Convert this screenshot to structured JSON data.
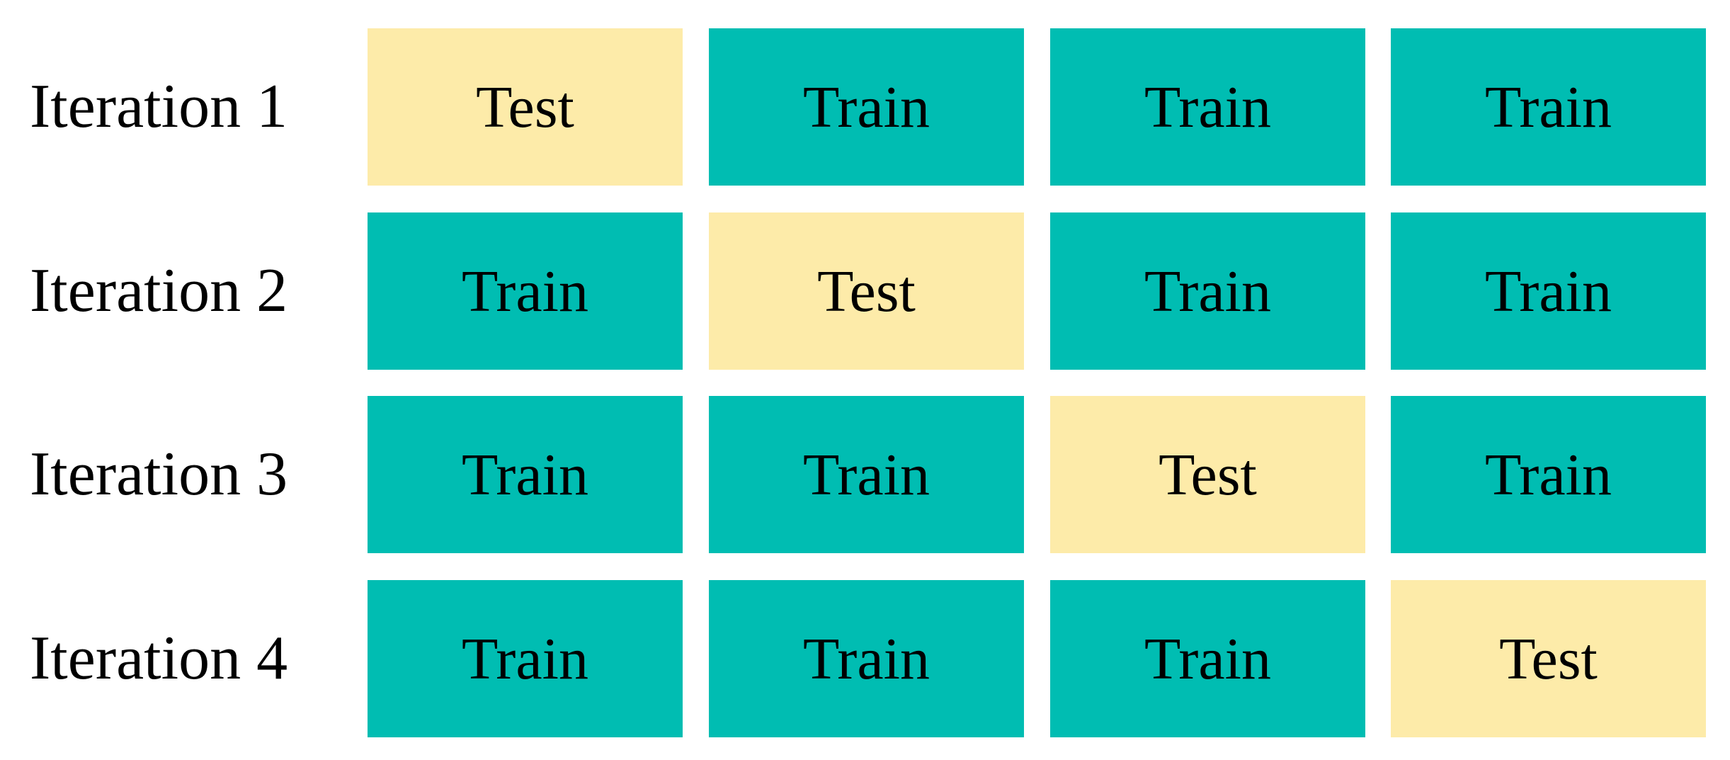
{
  "colors": {
    "train": "#00BDB2",
    "test": "#FDEBA9",
    "text": "#000000",
    "background": "#FFFFFF"
  },
  "rows": [
    {
      "label": "Iteration 1",
      "cells": [
        {
          "label": "Test",
          "type": "test"
        },
        {
          "label": "Train",
          "type": "train"
        },
        {
          "label": "Train",
          "type": "train"
        },
        {
          "label": "Train",
          "type": "train"
        }
      ]
    },
    {
      "label": "Iteration 2",
      "cells": [
        {
          "label": "Train",
          "type": "train"
        },
        {
          "label": "Test",
          "type": "test"
        },
        {
          "label": "Train",
          "type": "train"
        },
        {
          "label": "Train",
          "type": "train"
        }
      ]
    },
    {
      "label": "Iteration 3",
      "cells": [
        {
          "label": "Train",
          "type": "train"
        },
        {
          "label": "Train",
          "type": "train"
        },
        {
          "label": "Test",
          "type": "test"
        },
        {
          "label": "Train",
          "type": "train"
        }
      ]
    },
    {
      "label": "Iteration 4",
      "cells": [
        {
          "label": "Train",
          "type": "train"
        },
        {
          "label": "Train",
          "type": "train"
        },
        {
          "label": "Train",
          "type": "train"
        },
        {
          "label": "Test",
          "type": "test"
        }
      ]
    }
  ]
}
